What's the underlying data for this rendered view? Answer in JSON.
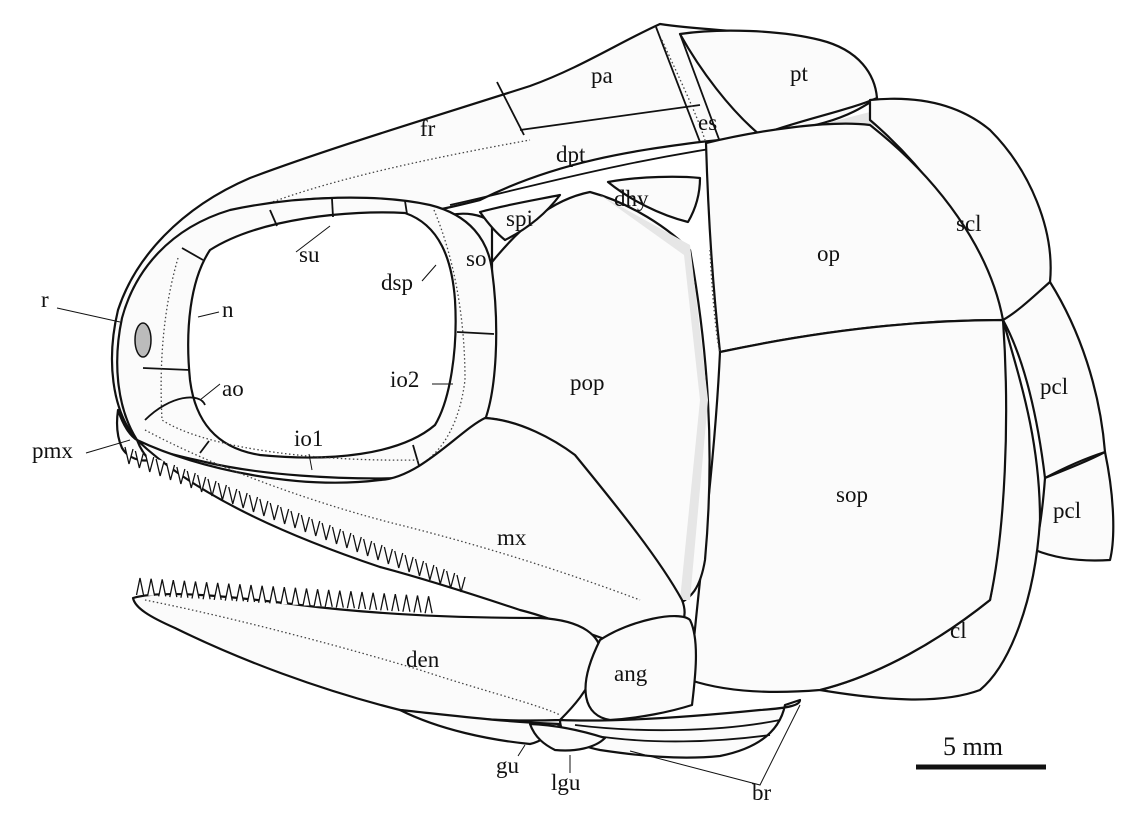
{
  "labels": {
    "pa": "pa",
    "pt": "pt",
    "es": "es",
    "fr": "fr",
    "dpt": "dpt",
    "dhy": "dhy",
    "scl": "scl",
    "op": "op",
    "spi": "spi",
    "su": "su",
    "so": "so",
    "dsp": "dsp",
    "r": "r",
    "n": "n",
    "pop": "pop",
    "ao": "ao",
    "io2": "io2",
    "pcl_upper": "pcl",
    "pmx": "pmx",
    "io1": "io1",
    "sop": "sop",
    "pcl_lower": "pcl",
    "mx": "mx",
    "cl": "cl",
    "den": "den",
    "ang": "ang",
    "gu": "gu",
    "lgu": "lgu",
    "br": "br"
  },
  "scale_bar": {
    "label": "5 mm"
  }
}
